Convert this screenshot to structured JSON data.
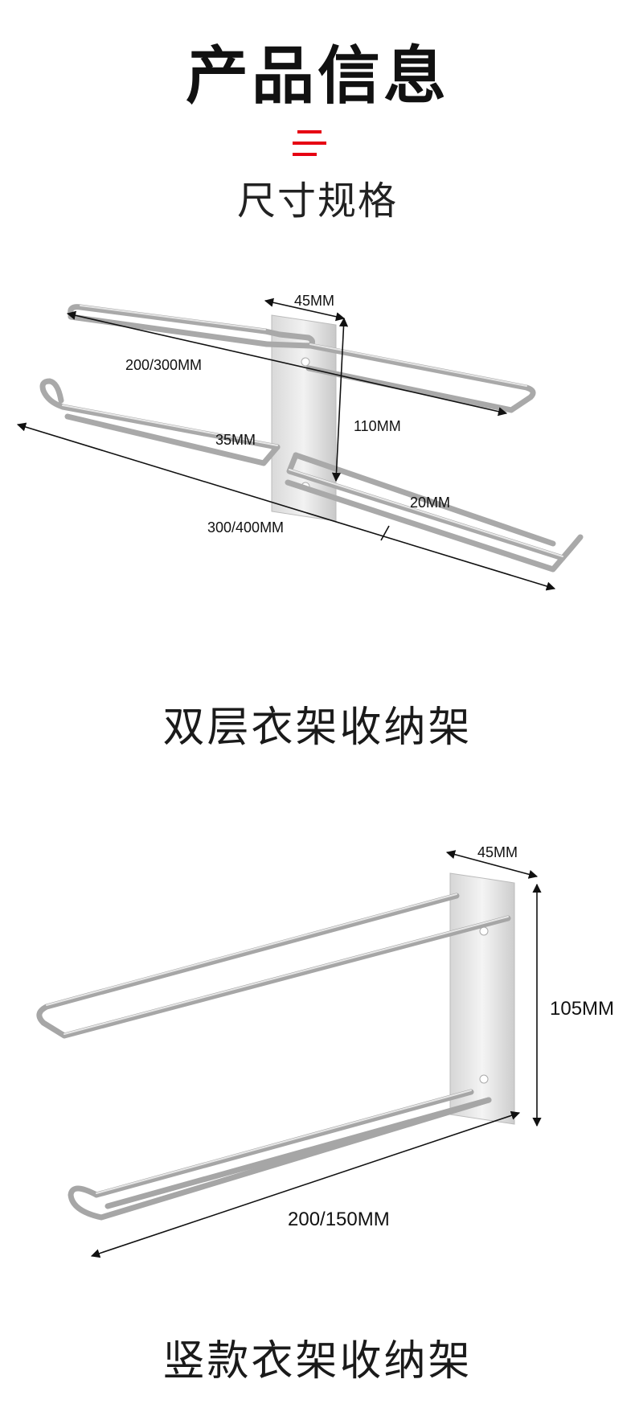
{
  "header": {
    "title": "产品信息",
    "icon": "menu-lines-icon",
    "accent_color": "#e60012",
    "subtitle": "尺寸规格"
  },
  "products": [
    {
      "caption": "双层衣架收纳架",
      "dimensions": {
        "width_plate": "45MM",
        "upper_length": "200/300MM",
        "height": "110MM",
        "gap": "35MM",
        "hook": "20MM",
        "lower_length": "300/400MM"
      }
    },
    {
      "caption": "竖款衣架收纳架",
      "dimensions": {
        "width_plate": "45MM",
        "height": "105MM",
        "length": "200/150MM"
      }
    }
  ]
}
